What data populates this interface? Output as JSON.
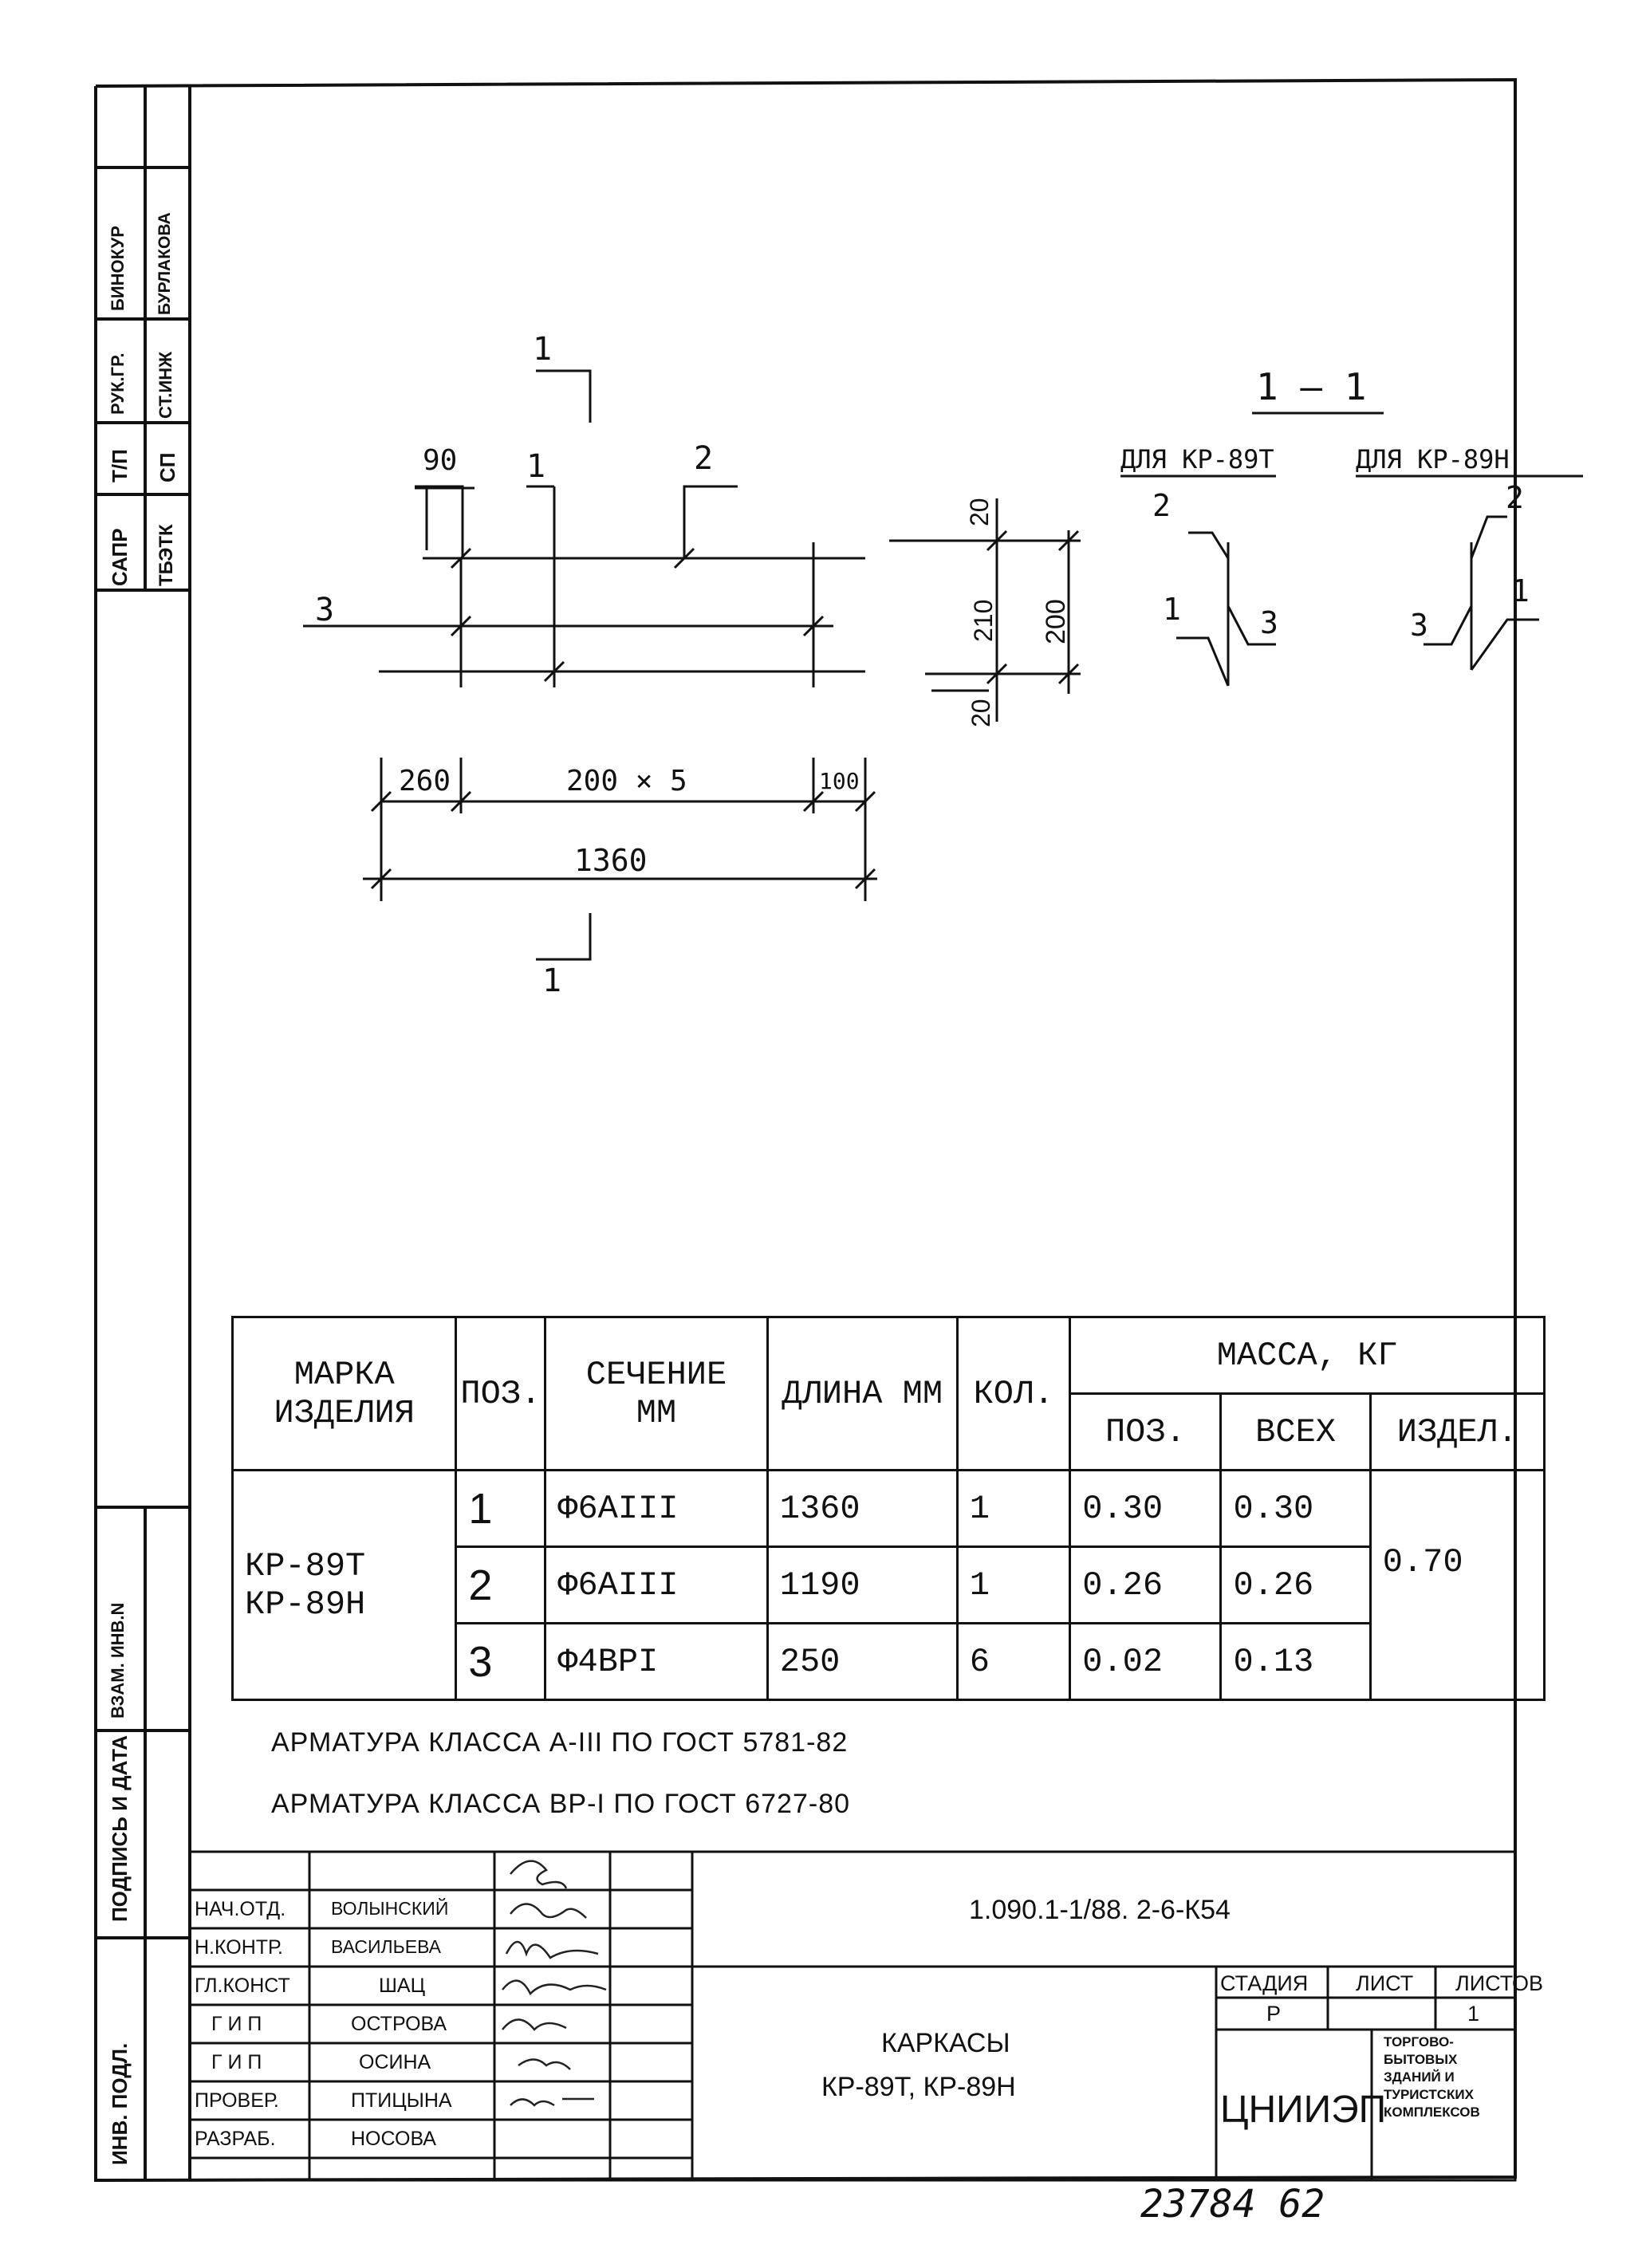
{
  "side_stamp": {
    "top_cells": [
      {
        "role": "САПР",
        "name": "ТБЭТК"
      },
      {
        "role": "Т/П",
        "name": "СП"
      },
      {
        "role": "РУК.ГР.",
        "name": "СТ.ИНЖ"
      },
      {
        "role": "БИНОКУР",
        "name": "БУРЛАКОВА"
      }
    ],
    "bottom_labels": [
      "ИНВ. ПОДЛ.",
      "ПОДПИСЬ И ДАТА",
      "ВЗАМ. ИНВ.N"
    ]
  },
  "drawing": {
    "section_mark_top": "1",
    "section_mark_bottom": "1",
    "dim_90": "90",
    "pos_label_1": "1",
    "pos_label_2": "2",
    "pos_label_3": "3",
    "dim_260": "260",
    "dim_200x5": "200 × 5",
    "dim_100": "100",
    "dim_1360": "1360",
    "dim_20_top": "20",
    "dim_210": "210",
    "dim_200": "200",
    "dim_20_bottom": "20",
    "section_title": "1 — 1",
    "section_for_t": "ДЛЯ КР-89Т",
    "section_for_n": "ДЛЯ КР-89Н",
    "sec_t_pos2": "2",
    "sec_t_pos1": "1",
    "sec_t_pos3": "3",
    "sec_n_pos2": "2",
    "sec_n_pos1": "1",
    "sec_n_pos3": "3"
  },
  "spec_table": {
    "headers": {
      "mark": "МАРКА ИЗДЕЛИЯ",
      "pos": "ПОЗ.",
      "section": "СЕЧЕНИЕ ММ",
      "length": "ДЛИНА ММ",
      "qty": "КОЛ.",
      "mass": "МАССА, КГ",
      "mass_pos": "ПОЗ.",
      "mass_all": "ВСЕХ",
      "mass_item": "ИЗДЕЛ."
    },
    "product_line1": "КР-89Т",
    "product_line2": "КР-89Н",
    "item_mass": "0.70",
    "rows": [
      {
        "pos": "1",
        "section": "Φ6AIII",
        "length": "1360",
        "qty": "1",
        "mass_pos": "0.30",
        "mass_all": "0.30"
      },
      {
        "pos": "2",
        "section": "Φ6AIII",
        "length": "1190",
        "qty": "1",
        "mass_pos": "0.26",
        "mass_all": "0.26"
      },
      {
        "pos": "3",
        "section": "Φ4BPI",
        "length": "250",
        "qty": "6",
        "mass_pos": "0.02",
        "mass_all": "0.13"
      }
    ]
  },
  "notes": [
    "АРМАТУРА КЛАССА А-III ПО ГОСТ 5781-82",
    "АРМАТУРА КЛАССА ВР-I ПО ГОСТ 6727-80"
  ],
  "title_block": {
    "signatures": [
      {
        "role": "НАЧ.ОТД.",
        "name": "ВОЛЫНСКИЙ"
      },
      {
        "role": "Н.КОНТР.",
        "name": "ВАСИЛЬЕВА"
      },
      {
        "role": "ГЛ.КОНСТ",
        "name": "ШАЦ"
      },
      {
        "role": "Г И П",
        "name": "ОСТРОВА"
      },
      {
        "role": "Г И П",
        "name": "ОСИНА"
      },
      {
        "role": "ПРОВЕР.",
        "name": "ПТИЦЫНА"
      },
      {
        "role": "РАЗРАБ.",
        "name": "НОСОВА"
      }
    ],
    "document_code": "1.090.1-1/88. 2-6-К54",
    "title_line1": "КАРКАСЫ",
    "title_line2": "КР-89Т, КР-89Н",
    "stage_label": "СТАДИЯ",
    "sheet_label": "ЛИСТ",
    "sheets_label": "ЛИСТОВ",
    "stage_value": "Р",
    "sheet_value": "",
    "sheets_value": "1",
    "org_name": "ЦНИИЭП",
    "org_desc_lines": [
      "ТОРГОВО-",
      "БЫТОВЫХ",
      "ЗДАНИЙ И",
      "ТУРИСТСКИХ",
      "КОМПЛЕКСОВ"
    ]
  },
  "archive_number": "23784 62"
}
